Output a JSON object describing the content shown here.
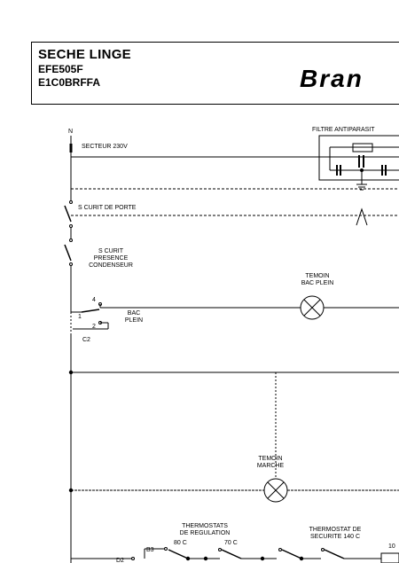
{
  "header": {
    "title": "SECHE LINGE",
    "model_1": "EFE505F",
    "model_2": "E1C0BRFFA",
    "brand": "Bran"
  },
  "labels": {
    "neutral": "N",
    "mains": "SECTEUR 230V",
    "filter": "FILTRE ANTIPARASIT",
    "door_switch": "S CURIT  DE PORTE",
    "condenser_switch": [
      "S CURIT",
      "PRESENCE",
      "CONDENSEUR"
    ],
    "pin_4": "4",
    "pin_1": "1",
    "pin_2": "2",
    "bac_plein": [
      "BAC",
      "PLEIN"
    ],
    "c2": "C2",
    "lamp_bac_plein": [
      "TEMOIN",
      "BAC PLEIN"
    ],
    "lamp_marche": [
      "TEMOIN",
      "MARCHE"
    ],
    "thermostats_regulation": [
      "THERMOSTATS",
      "DE REGULATION"
    ],
    "temp_80": "80 C",
    "temp_70": "70 C",
    "b3": "B3",
    "d2": "D2",
    "thermostat_securite": [
      "THERMOSTAT DE",
      "SECURITE 140 C"
    ],
    "edge_label": "10"
  }
}
